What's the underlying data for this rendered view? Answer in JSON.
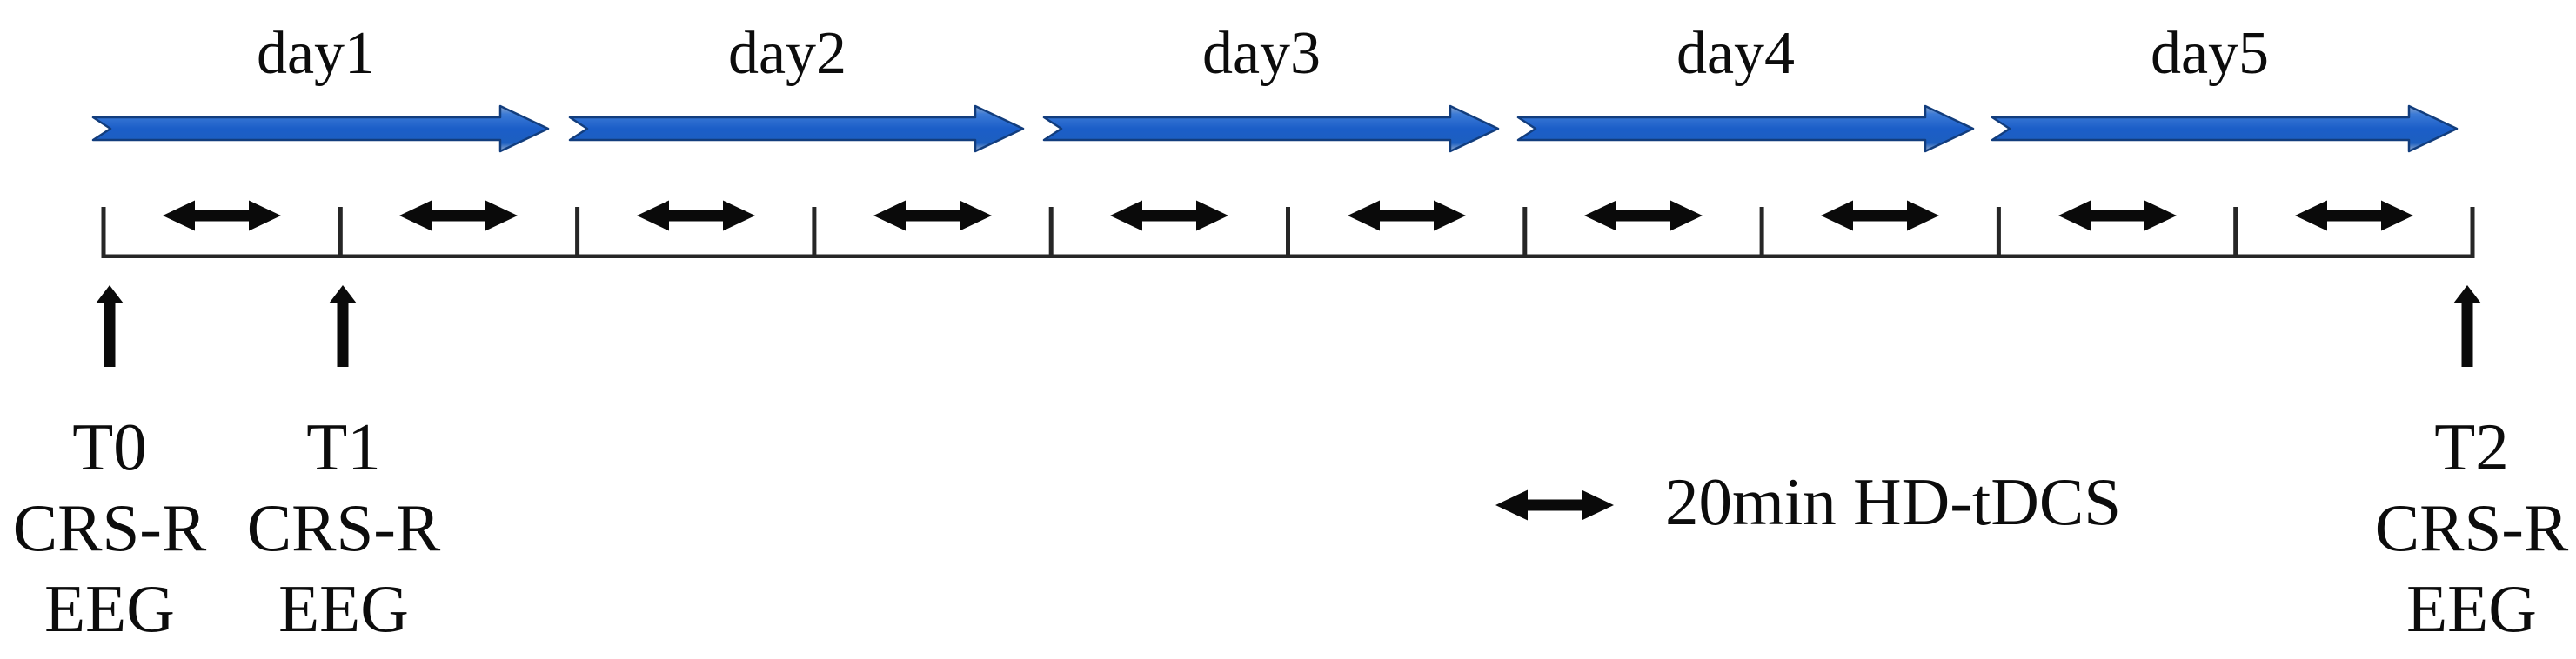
{
  "figure": {
    "type": "study-protocol-timeline",
    "days": [
      {
        "label": "day1"
      },
      {
        "label": "day2"
      },
      {
        "label": "day3"
      },
      {
        "label": "day4"
      },
      {
        "label": "day5"
      }
    ],
    "sessions_per_day": 2,
    "total_sessions": 10,
    "legend": {
      "icon": "double-headed-arrow",
      "label": "20min HD-tDCS"
    },
    "timepoints": [
      {
        "id": "T0",
        "lines": [
          "T0",
          "CRS-R",
          "EEG"
        ],
        "at": "start of day1"
      },
      {
        "id": "T1",
        "lines": [
          "T1",
          "CRS-R",
          "EEG"
        ],
        "at": "after first session of day1"
      },
      {
        "id": "T2",
        "lines": [
          "T2",
          "CRS-R",
          "EEG"
        ],
        "at": "end of day5"
      }
    ],
    "colors": {
      "day_arrow_blue": "#1c5fc8",
      "day_arrow_edge": "#123d7d",
      "ink": "#0c0c0c"
    }
  }
}
